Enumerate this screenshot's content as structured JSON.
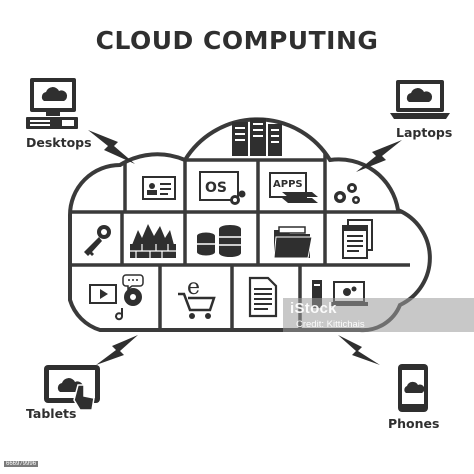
{
  "title": "CLOUD COMPUTING",
  "devices": {
    "desktops": "Desktops",
    "laptops": "Laptops",
    "tablets": "Tablets",
    "phones": "Phones"
  },
  "tiles": {
    "os": "OS",
    "apps": "APPS"
  },
  "watermark": {
    "brand": "iStock",
    "credit": "Credit: Kittichais",
    "id": "666979996"
  },
  "colors": {
    "icon": "#2f2f2f",
    "outline": "#3a3a3a",
    "watermark_band": "#9a9a9a"
  }
}
